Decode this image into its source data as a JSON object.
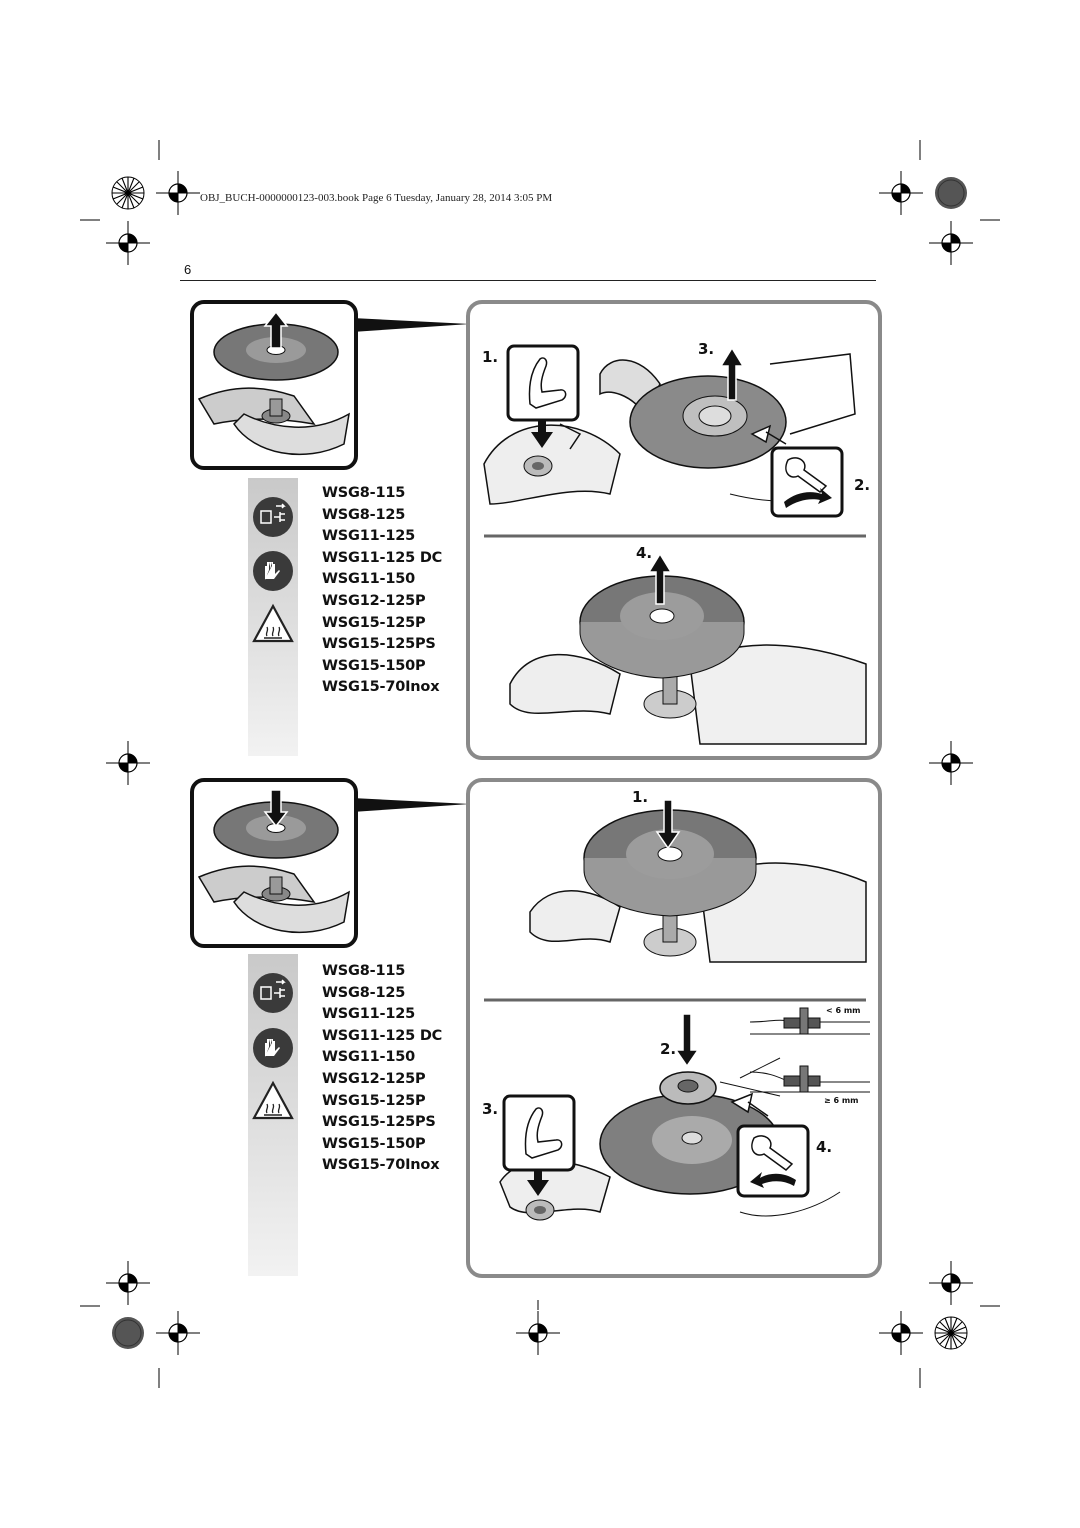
{
  "header": {
    "line": "OBJ_BUCH-0000000123-003.book  Page 6  Tuesday, January 28, 2014  3:05 PM",
    "page_number": "6"
  },
  "section_top": {
    "models": [
      "WSG8-115",
      "WSG8-125",
      "WSG11-125",
      "WSG11-125 DC",
      "WSG11-150",
      "WSG12-125P",
      "WSG15-125P",
      "WSG15-125PS",
      "WSG15-150P",
      "WSG15-70Inox"
    ],
    "steps": {
      "s1": "1.",
      "s2": "2.",
      "s3": "3.",
      "s4": "4."
    },
    "icons": [
      "unplug-icon",
      "gloves-icon",
      "hot-surface-warning-icon"
    ]
  },
  "section_bottom": {
    "models": [
      "WSG8-115",
      "WSG8-125",
      "WSG11-125",
      "WSG11-125 DC",
      "WSG11-150",
      "WSG12-125P",
      "WSG15-125P",
      "WSG15-125PS",
      "WSG15-150P",
      "WSG15-70Inox"
    ],
    "steps": {
      "s1": "1.",
      "s2": "2.",
      "s3": "3.",
      "s4": "4."
    },
    "dims": {
      "lt": "< 6 mm",
      "ge": "≥ 6 mm"
    },
    "icons": [
      "unplug-icon",
      "gloves-icon",
      "hot-surface-warning-icon"
    ]
  }
}
